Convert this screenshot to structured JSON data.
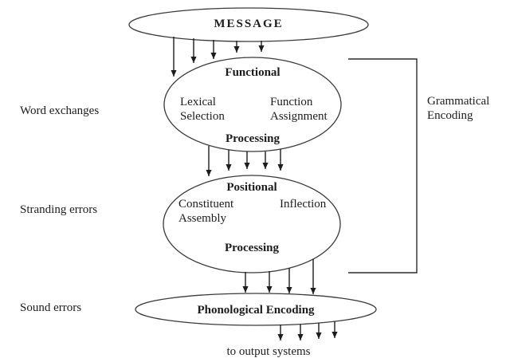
{
  "diagram": {
    "message_label": "MESSAGE",
    "functional": {
      "title": "Functional",
      "left_process": "Lexical Selection",
      "right_process": "Function Assignment",
      "subtitle": "Processing"
    },
    "positional": {
      "title": "Positional",
      "left_process": "Constituent Assembly",
      "right_process": "Inflection",
      "subtitle": "Processing"
    },
    "phonological_label": "Phonological Encoding",
    "output_label": "to output systems",
    "error_labels": [
      "Word exchanges",
      "Stranding errors",
      "Sound errors"
    ],
    "bracket_label": "Grammatical Encoding",
    "colors": {
      "line": "#2b2b2b",
      "text": "#1c1c1c",
      "background": "#ffffff"
    }
  }
}
